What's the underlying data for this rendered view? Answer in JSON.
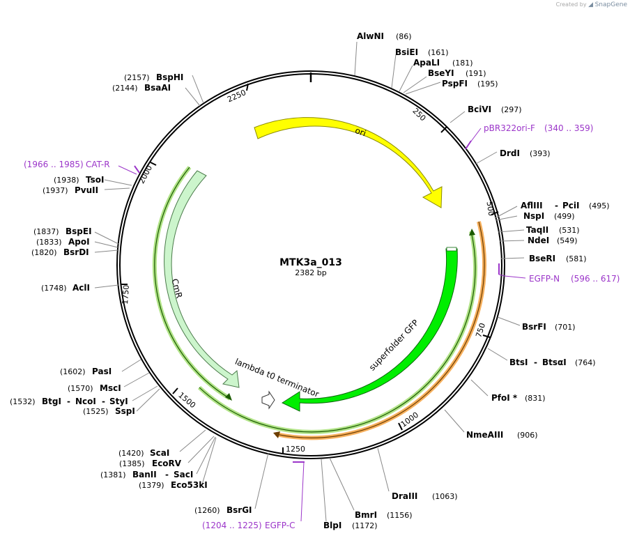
{
  "credit": {
    "prefix": "Created by",
    "brand": "SnapGene"
  },
  "plasmid": {
    "name": "MTK3a_013",
    "size": "2382 bp"
  },
  "ticks": [
    "250",
    "500",
    "750",
    "1000",
    "1250",
    "1500",
    "1750",
    "2000",
    "2250"
  ],
  "features": [
    {
      "label": "ori",
      "color": "#ffff00"
    },
    {
      "label": "superfolder GFP",
      "color": "#00ee00"
    },
    {
      "label": "CmR",
      "color": "#ccf5cc"
    },
    {
      "label": "lambda t0 terminator",
      "color": "#ffffff"
    }
  ],
  "enzymes": [
    {
      "name": "AlwNI",
      "pos": "(86)"
    },
    {
      "name": "BsiEI",
      "pos": "(161)"
    },
    {
      "name": "ApaLI",
      "pos": "(181)"
    },
    {
      "name": "BseYI",
      "pos": "(191)"
    },
    {
      "name": "PspFI",
      "pos": "(195)"
    },
    {
      "name": "BciVI",
      "pos": "(297)"
    },
    {
      "name": "DrdI",
      "pos": "(393)"
    },
    {
      "name": "AflIII",
      "name2": "PciI",
      "pos": "(495)"
    },
    {
      "name": "NspI",
      "pos": "(499)"
    },
    {
      "name": "TaqII",
      "pos": "(531)"
    },
    {
      "name": "NdeI",
      "pos": "(549)"
    },
    {
      "name": "BseRI",
      "pos": "(581)"
    },
    {
      "name": "BsrFI",
      "pos": "(701)"
    },
    {
      "name": "BtsI",
      "name2": "BtsαI",
      "pos": "(764)"
    },
    {
      "name": "PfoI *",
      "pos": "(831)"
    },
    {
      "name": "NmeAIII",
      "pos": "(906)"
    },
    {
      "name": "DraIII",
      "pos": "(1063)"
    },
    {
      "name": "BmrI",
      "pos": "(1156)"
    },
    {
      "name": "BlpI",
      "pos": "(1172)"
    },
    {
      "name": "BsrGI",
      "pos": "(1260)"
    },
    {
      "name": "Eco53kI",
      "pos": "(1379)"
    },
    {
      "name": "BanII",
      "name2": "SacI",
      "pos": "(1381)"
    },
    {
      "name": "EcoRV",
      "pos": "(1385)"
    },
    {
      "name": "ScaI",
      "pos": "(1420)"
    },
    {
      "name": "SspI",
      "pos": "(1525)"
    },
    {
      "name": "BtgI",
      "name2": "NcoI",
      "name3": "StyI",
      "pos": "(1532)"
    },
    {
      "name": "MscI",
      "pos": "(1570)"
    },
    {
      "name": "PasI",
      "pos": "(1602)"
    },
    {
      "name": "AclI",
      "pos": "(1748)"
    },
    {
      "name": "BsrDI",
      "pos": "(1820)"
    },
    {
      "name": "ApoI",
      "pos": "(1833)"
    },
    {
      "name": "BspEI",
      "pos": "(1837)"
    },
    {
      "name": "PvuII",
      "pos": "(1937)"
    },
    {
      "name": "TsoI",
      "pos": "(1938)"
    },
    {
      "name": "BsaAI",
      "pos": "(2144)"
    },
    {
      "name": "BspHI",
      "pos": "(2157)"
    }
  ],
  "primers": [
    {
      "name": "pBR322ori-F",
      "range": "(340 .. 359)"
    },
    {
      "name": "EGFP-N",
      "range": "(596 .. 617)"
    },
    {
      "name": "EGFP-C",
      "range": "(1204 .. 1225)"
    },
    {
      "name": "CAT-R",
      "range": "(1966 .. 1985)"
    }
  ],
  "colors": {
    "primer": "#9b35c9",
    "backbone": "#000000",
    "orf_highlight": "#f5a64a",
    "cds_highlight": "#a8e07a"
  }
}
